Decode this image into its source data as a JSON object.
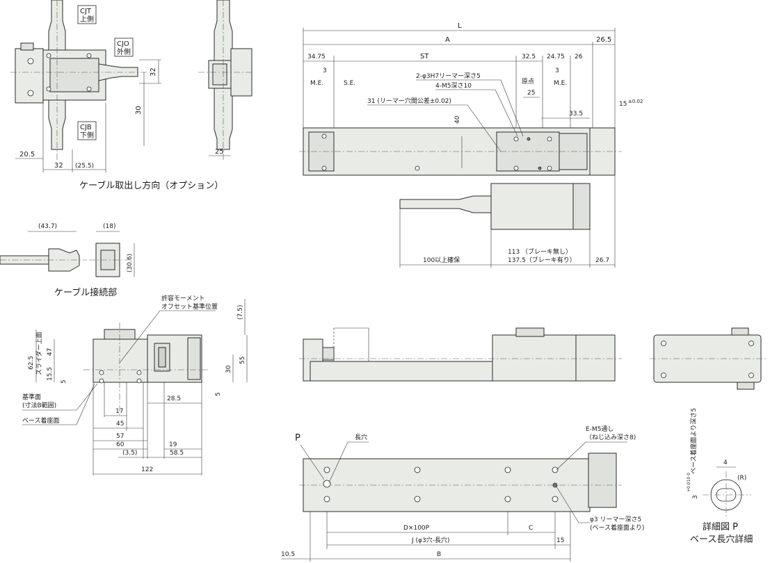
{
  "captions": {
    "cable_direction": "ケーブル取出し方向（オプション）",
    "cable_connection": "ケーブル接続部",
    "detail_p_title": "詳細図 P",
    "detail_p_sub": "ベース長穴詳細"
  },
  "cable_options": {
    "cjt": [
      "CJT",
      "上側"
    ],
    "cjo": [
      "CJO",
      "外側"
    ],
    "cjb": [
      "CJB",
      "下側"
    ]
  },
  "dims_cable_dir": {
    "d32v": "32",
    "d30v": "30",
    "d205": "20.5",
    "d32h": "32",
    "d255": "(25.5)",
    "d25": "25"
  },
  "dims_connector": {
    "d437": "(43.7)",
    "d18": "(18)",
    "d306": "(30.6)"
  },
  "dims_top": {
    "L": "L",
    "A": "A",
    "d265": "26.5",
    "d3475": "34.75",
    "ST": "ST",
    "d325": "32.5",
    "d2475": "24.75",
    "d26": "26",
    "d3a": "3",
    "d3b": "3",
    "me_left": "M.E.",
    "se": "S.E.",
    "origin": "原点",
    "me_right": "M.E.",
    "reamer_holes": "2-φ3H7リーマー深さ5",
    "m5_holes": "4-M5深さ10",
    "reamer_pitch": "31 (リーマー穴間公差±0.02)",
    "d25": "25",
    "d335": "33.5",
    "tol15": "15",
    "tol15_sup": "±0.02",
    "d40": "40",
    "d100": "100以上確保",
    "motor_len1": "113 （ブレーキ無し）",
    "motor_len2": "137.5（ブレーキ有り）",
    "d267": "26.7"
  },
  "dims_side": {
    "moment_ref1": "許容モーメント",
    "moment_ref2": "オフセット基準位置",
    "d75": "(7.5)",
    "d625": "62.5",
    "slider_top": "スライダー上面",
    "d47": "47",
    "d55": "55",
    "d30": "30",
    "d155": "15.5",
    "d5a": "5",
    "d5b": "5",
    "ref_face1": "基準面",
    "ref_face2": "(寸法B範囲)",
    "base_face": "ベース着座面",
    "d285": "28.5",
    "d17": "17",
    "d45": "45",
    "d57": "57",
    "d60": "60",
    "d19": "19",
    "d35": "(3.5)",
    "d585": "58.5",
    "d122": "122"
  },
  "dims_bottom": {
    "P": "P",
    "slot": "長穴",
    "e_m5_1": "E-M5通し",
    "e_m5_2": "（ねじ込み深さ8)",
    "reamer_b1": "φ3 リーマー深さ5",
    "reamer_b2": "(ベース着座面より)",
    "dx100p": "D×100P",
    "C": "C",
    "J": "J (φ3穴-長穴)",
    "d15": "15",
    "d105": "10.5",
    "B": "B"
  },
  "dims_detail": {
    "d3": "3",
    "d3_tol": "+0.010 0",
    "depth": "ベース着座面より深さ5",
    "d4": "4",
    "R": "(R)"
  }
}
